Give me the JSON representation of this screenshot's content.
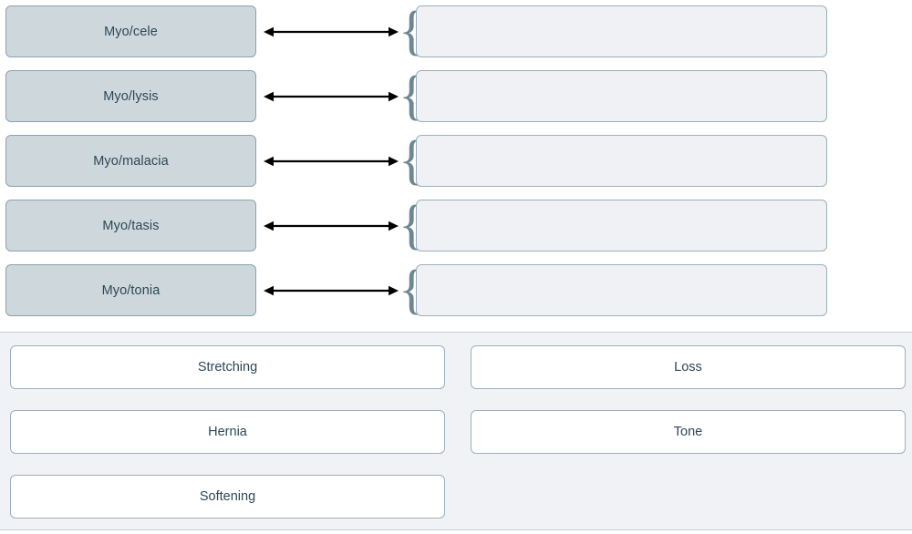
{
  "exercise": {
    "type": "matching-drag-and-drop",
    "rows": [
      {
        "term": "Myo/cele",
        "connector": "double-headed-arrow",
        "brace": "{",
        "answer": ""
      },
      {
        "term": "Myo/lysis",
        "connector": "double-headed-arrow",
        "brace": "{",
        "answer": ""
      },
      {
        "term": "Myo/malacia",
        "connector": "double-headed-arrow",
        "brace": "{",
        "answer": ""
      },
      {
        "term": "Myo/tasis",
        "connector": "double-headed-arrow",
        "brace": "{",
        "answer": ""
      },
      {
        "term": "Myo/tonia",
        "connector": "double-headed-arrow",
        "brace": "{",
        "answer": ""
      }
    ]
  },
  "answer_bank": {
    "columns": [
      {
        "options": [
          "Stretching",
          "Hernia",
          "Softening"
        ]
      },
      {
        "options": [
          "Loss",
          "Tone"
        ]
      }
    ]
  },
  "colors": {
    "term_fill": "#ced8dc",
    "term_border": "#8ba2ae",
    "dropzone_fill": "#eff1f4",
    "dropzone_border": "#9bb0ba",
    "brace": "#6d8794",
    "arrow": "#000000",
    "text": "#2e4756",
    "bank_background": "#f0f2f5",
    "bank_border": "#c6ced6",
    "card_fill": "#ffffff",
    "card_border": "#9bb0ba",
    "page_background": "#ffffff"
  }
}
